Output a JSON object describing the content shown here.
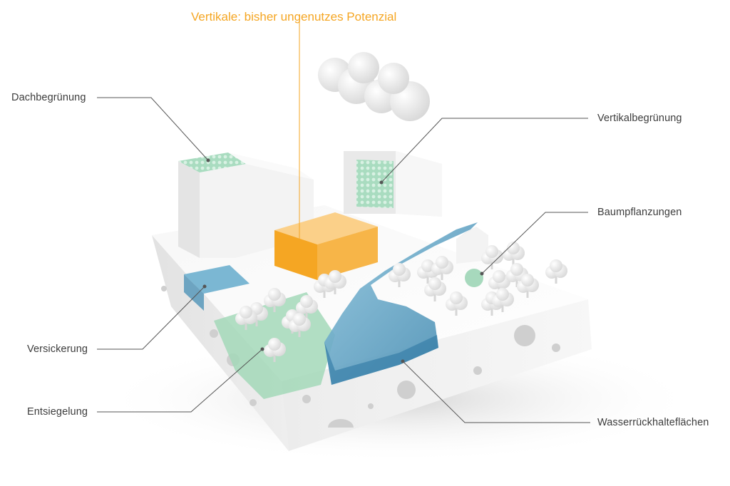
{
  "title": "Vertikale: bisher ungenutzes Potenzial",
  "labels": {
    "dachbegruenung": "Dachbegrünung",
    "vertikalbegruenung": "Vertikalbegrünung",
    "baumpflanzungen": "Baumpflanzungen",
    "versickerung": "Versickerung",
    "entsiegelung": "Entsiegelung",
    "wasserrueckhalteflaechen": "Wasserrückhalteflächen"
  },
  "colors": {
    "accent": "#f5a623",
    "water": "#4f93b8",
    "green": "#9fd8b8",
    "leader": "#555555"
  }
}
